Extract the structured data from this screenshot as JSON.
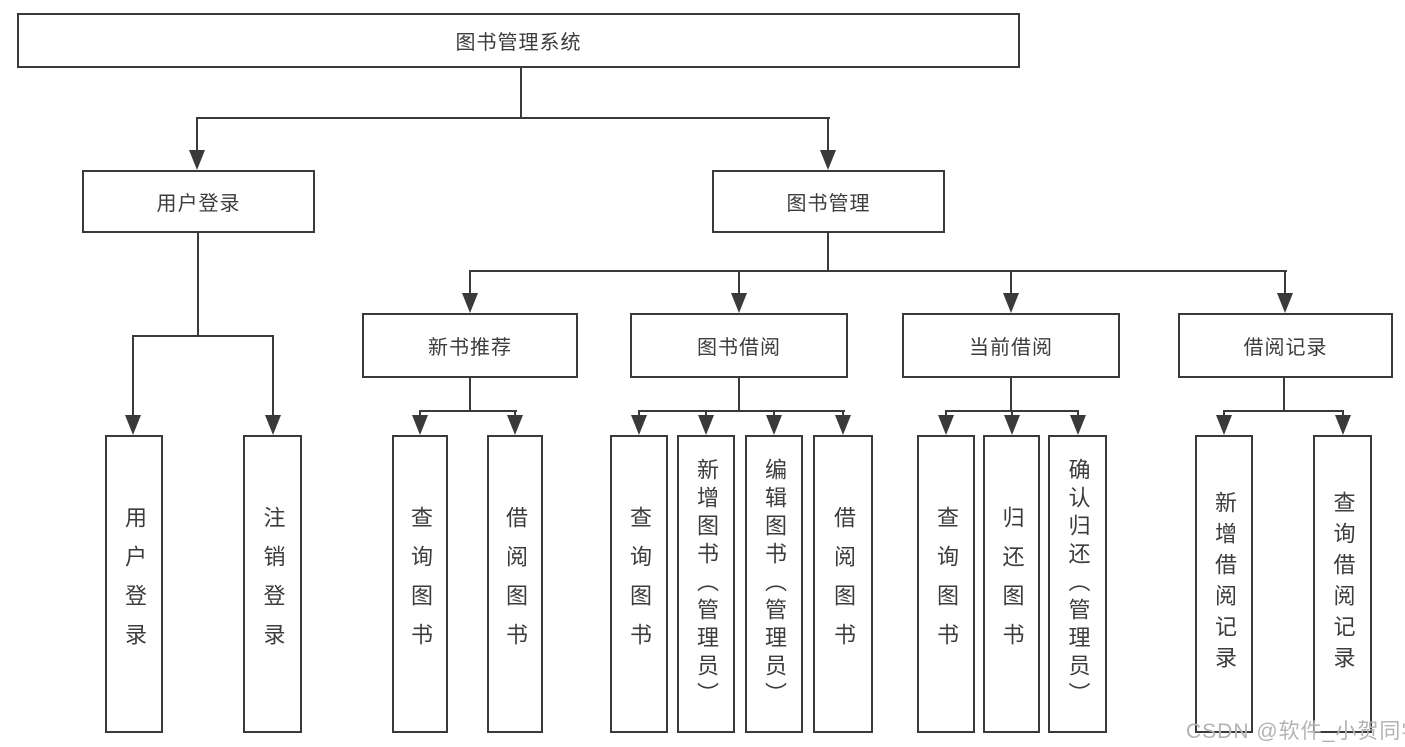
{
  "diagram_title": "图书管理系统",
  "colors": {
    "line": "#3a3a3a",
    "text": "#3c3c3c",
    "watermark": "#b3b3b3",
    "background": "#ffffff"
  },
  "nodes": {
    "root": {
      "label": "图书管理系统"
    },
    "level2": [
      {
        "label": "用户登录"
      },
      {
        "label": "图书管理"
      }
    ],
    "level3": [
      {
        "label": "新书推荐",
        "parent": "图书管理"
      },
      {
        "label": "图书借阅",
        "parent": "图书管理"
      },
      {
        "label": "当前借阅",
        "parent": "图书管理"
      },
      {
        "label": "借阅记录",
        "parent": "图书管理"
      }
    ],
    "leaves": [
      {
        "label": "用户登录",
        "parent": "用户登录"
      },
      {
        "label": "注销登录",
        "parent": "用户登录"
      },
      {
        "label": "查询图书",
        "parent": "新书推荐"
      },
      {
        "label": "借阅图书",
        "parent": "新书推荐"
      },
      {
        "label": "查询图书",
        "parent": "图书借阅"
      },
      {
        "label": "新增图书（管理员）",
        "parent": "图书借阅"
      },
      {
        "label": "编辑图书（管理员）",
        "parent": "图书借阅"
      },
      {
        "label": "借阅图书",
        "parent": "图书借阅"
      },
      {
        "label": "查询图书",
        "parent": "当前借阅"
      },
      {
        "label": "归还图书",
        "parent": "当前借阅"
      },
      {
        "label": "确认归还（管理员）",
        "parent": "当前借阅"
      },
      {
        "label": "新增借阅记录",
        "parent": "借阅记录"
      },
      {
        "label": "查询借阅记录",
        "parent": "借阅记录"
      }
    ]
  },
  "watermark": {
    "text": "CSDN @软件_小贺同学"
  }
}
